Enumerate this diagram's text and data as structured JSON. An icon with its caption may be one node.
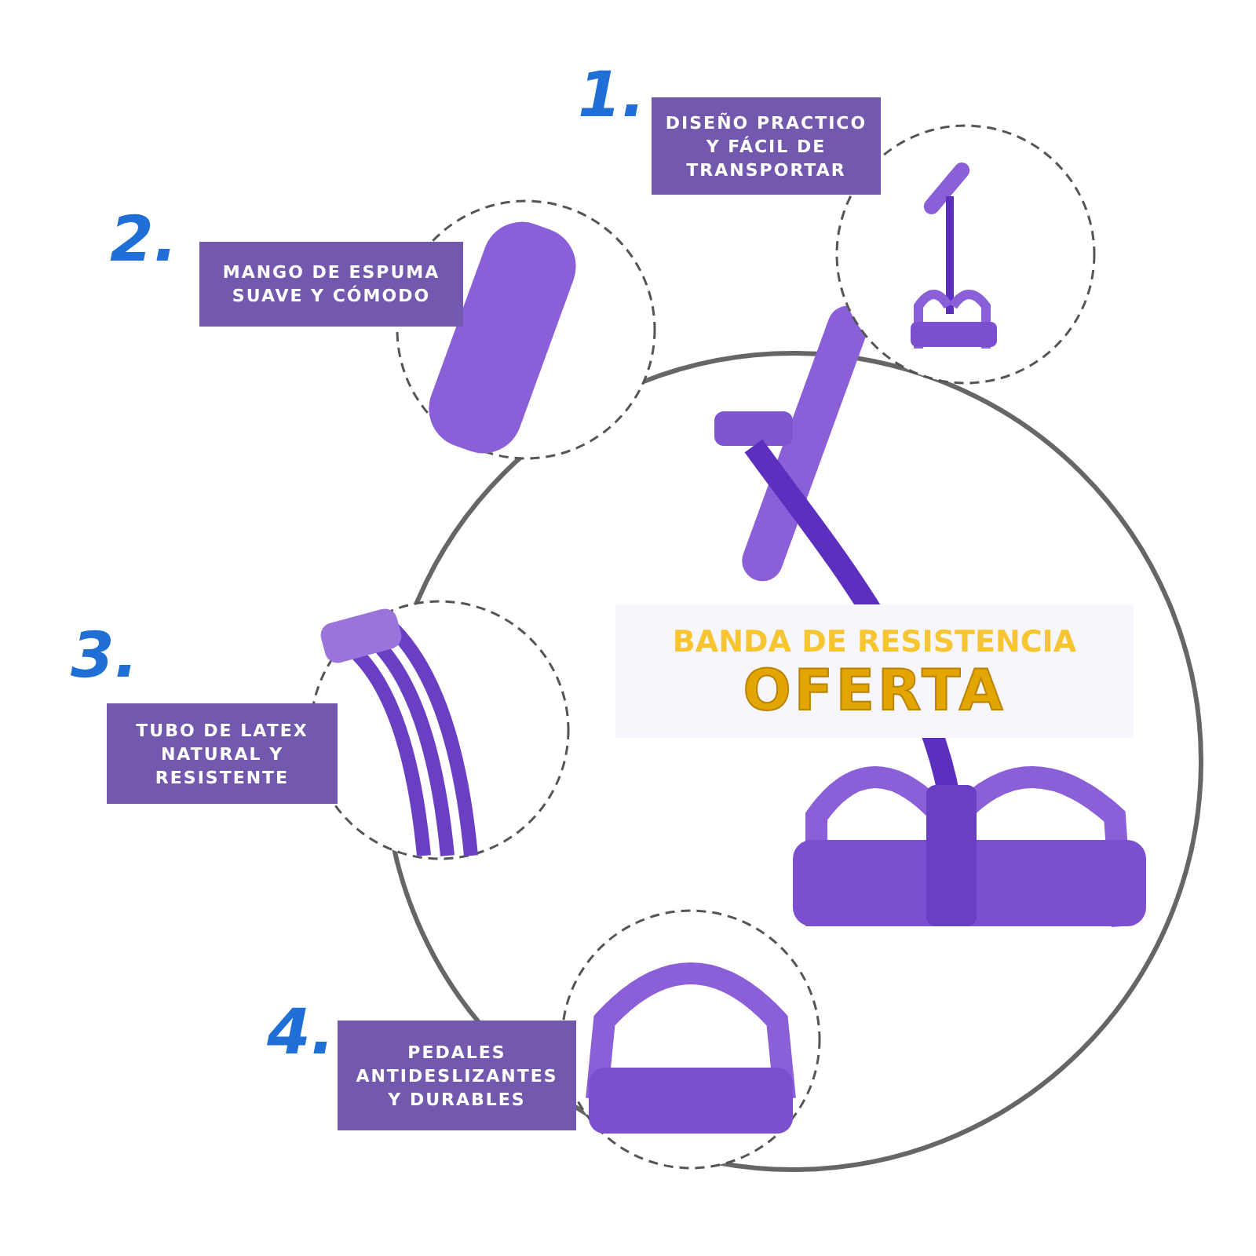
{
  "diagram": {
    "nodes": [
      {
        "text": [
          "DISEÑO PRACTICO Y FÁCIL DE TRANSPORTAR"
        ]
      },
      {
        "text": [
          "MANGO DE ESPUMA SUAVE Y CÓMODO"
        ]
      },
      {
        "text": [
          "TUBO DE LATEX NATURAL Y RESISTENTE"
        ]
      },
      {
        "text": [
          "PEDALES ANTIDESLIZANTES Y DURABLES"
        ]
      }
    ],
    "labels": [
      "1.",
      "2.",
      "BANDA DE RESISTENCIA",
      "OFERTA",
      "3.",
      "4."
    ]
  }
}
